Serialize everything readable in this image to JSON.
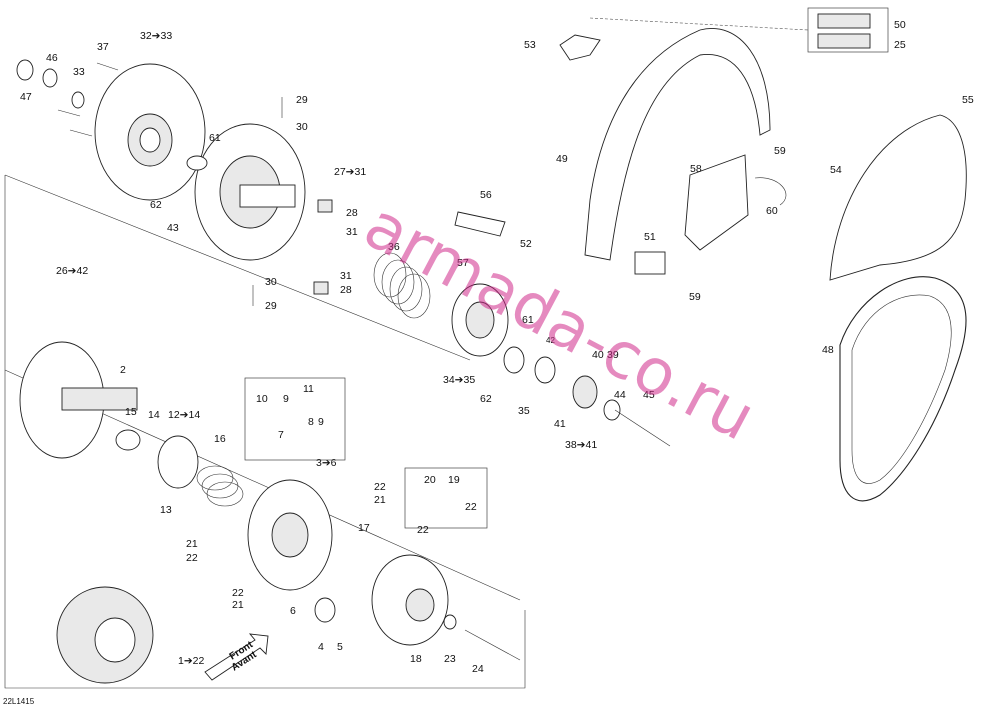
{
  "labels": {
    "l_2": "2",
    "l_4": "4",
    "l_5": "5",
    "l_6": "6",
    "l_7": "7",
    "l_8": "8",
    "l_9a": "9",
    "l_9b": "9",
    "l_10": "10",
    "l_11": "11",
    "l_13": "13",
    "l_14": "14",
    "l_15": "15",
    "l_16": "16",
    "l_17": "17",
    "l_18": "18",
    "l_19": "19",
    "l_20": "20",
    "l_21a": "21",
    "l_21b": "21",
    "l_21c": "21",
    "l_22a": "22",
    "l_22b": "22",
    "l_22c": "22",
    "l_22d": "22",
    "l_22e": "22",
    "l_23": "23",
    "l_24": "24",
    "l_25": "25",
    "l_28a": "28",
    "l_28b": "28",
    "l_29a": "29",
    "l_29b": "29",
    "l_30a": "30",
    "l_30b": "30",
    "l_31a": "31",
    "l_31b": "31",
    "l_33": "33",
    "l_35": "35",
    "l_36": "36",
    "l_37": "37",
    "l_39": "39",
    "l_40": "40",
    "l_41": "41",
    "l_42": "42",
    "l_43": "43",
    "l_44": "44",
    "l_45": "45",
    "l_46": "46",
    "l_47": "47",
    "l_48": "48",
    "l_49": "49",
    "l_50": "50",
    "l_51": "51",
    "l_52": "52",
    "l_53": "53",
    "l_54": "54",
    "l_55": "55",
    "l_56": "56",
    "l_57": "57",
    "l_58": "58",
    "l_59a": "59",
    "l_59b": "59",
    "l_60": "60",
    "l_61a": "61",
    "l_61b": "61",
    "l_62a": "62",
    "l_62b": "62",
    "r_1_22": "1➔22",
    "r_3_6": "3➔6",
    "r_12_14": "12➔14",
    "r_26_42": "26➔42",
    "r_27_31": "27➔31",
    "r_32_33": "32➔33",
    "r_34_35": "34➔35",
    "r_38_41": "38➔41"
  },
  "front_arrow": {
    "line1": "Front",
    "line2": "Avant"
  },
  "diagram_ref": "22L1415",
  "watermark": "armada-co.ru",
  "colors": {
    "watermark": "#d02a8a",
    "line": "#222222"
  }
}
